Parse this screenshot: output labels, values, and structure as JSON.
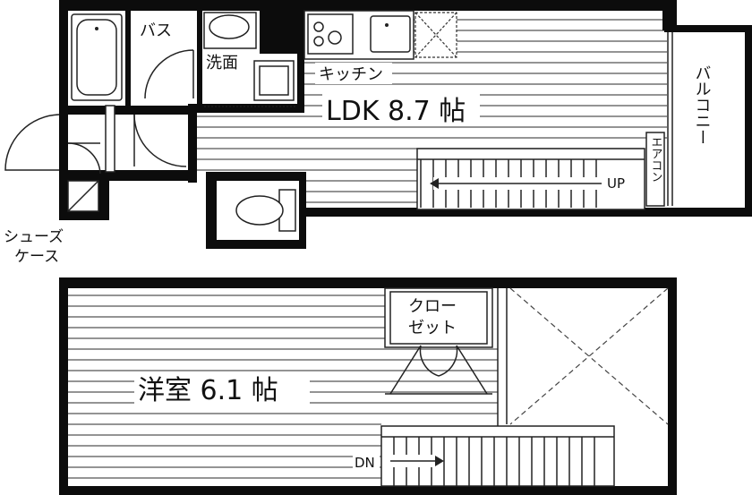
{
  "upper_floor": {
    "rooms": {
      "bath": "バス",
      "washroom": "洗面",
      "kitchen": "キッチン",
      "ldk": "LDK 8.7 帖",
      "balcony": "バルコニー",
      "aircon": "エアコン",
      "shoe_case_line1": "シューズ",
      "shoe_case_line2": "ケース"
    },
    "stair_label": "UP"
  },
  "lower_floor": {
    "rooms": {
      "western_room": "洋室 6.1 帖",
      "closet_line1": "クロー",
      "closet_line2": "ゼット"
    },
    "stair_label": "DN"
  }
}
